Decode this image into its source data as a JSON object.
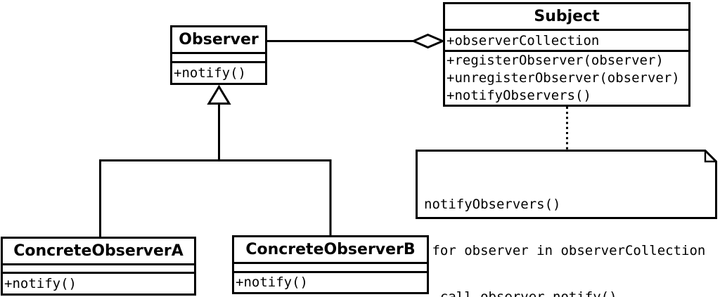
{
  "colors": {
    "stroke": "#000000",
    "fill": "#ffffff"
  },
  "classes": {
    "observer": {
      "name": "Observer",
      "attributes": [],
      "methods": [
        "+notify()"
      ]
    },
    "subject": {
      "name": "Subject",
      "attributes": [
        "+observerCollection"
      ],
      "methods": [
        "+registerObserver(observer)",
        "+unregisterObserver(observer)",
        "+notifyObservers()"
      ]
    },
    "concrete_observer_a": {
      "name": "ConcreteObserverA",
      "attributes": [],
      "methods": [
        "+notify()"
      ]
    },
    "concrete_observer_b": {
      "name": "ConcreteObserverB",
      "attributes": [],
      "methods": [
        "+notify()"
      ]
    }
  },
  "note": {
    "lines": [
      "notifyObservers()",
      " for observer in observerCollection",
      "  call observer.notify()"
    ]
  },
  "relationships": [
    {
      "type": "aggregation",
      "owner": "Subject",
      "part": "Observer"
    },
    {
      "type": "generalization",
      "child": "ConcreteObserverA",
      "parent": "Observer"
    },
    {
      "type": "generalization",
      "child": "ConcreteObserverB",
      "parent": "Observer"
    },
    {
      "type": "note-attachment",
      "from": "Subject",
      "to": "note"
    }
  ]
}
